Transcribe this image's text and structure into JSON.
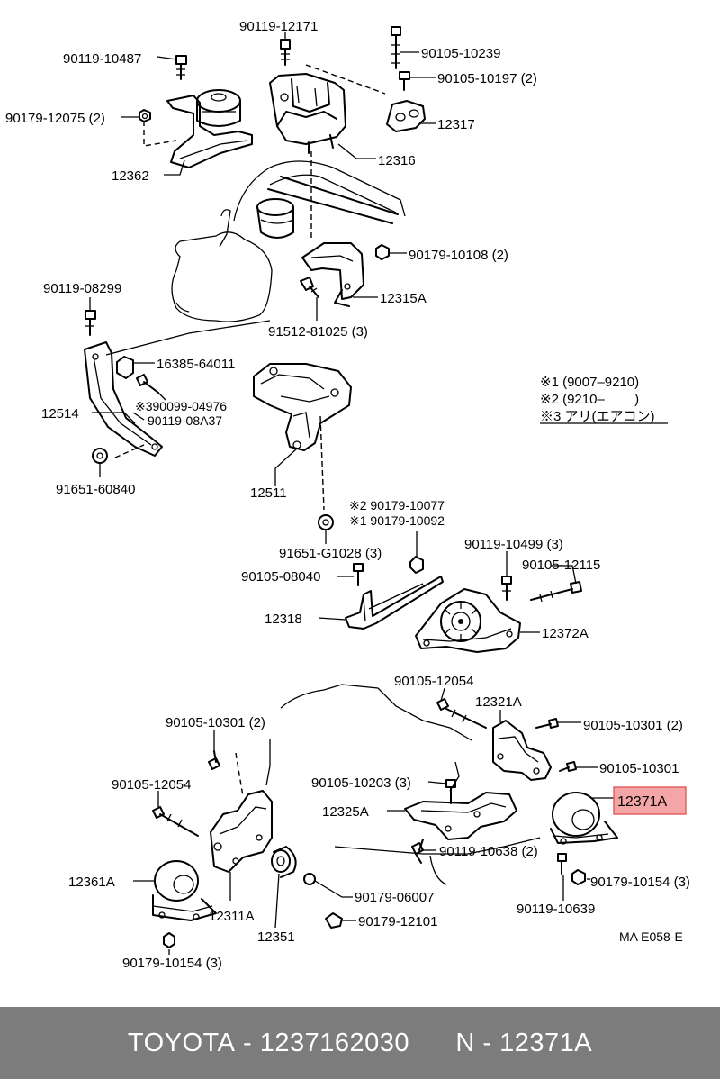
{
  "labels": {
    "l_90119_12171": "90119-12171",
    "l_90119_10487": "90119-10487",
    "l_90105_10239": "90105-10239",
    "l_90105_10197": "90105-10197 (2)",
    "l_90179_12075": "90179-12075 (2)",
    "l_12317": "12317",
    "l_12362": "12362",
    "l_12316": "12316",
    "l_90179_10108": "90179-10108 (2)",
    "l_90119_08299": "90119-08299",
    "l_12315A": "12315A",
    "l_91512_81025": "91512-81025 (3)",
    "l_16385_64011": "16385-64011",
    "l_90099_04976": "※390099-04976",
    "l_12514": "12514",
    "l_90119_08A37": "90119-08A37",
    "l_91651_60840": "91651-60840",
    "l_12511": "12511",
    "l_90179_10077": "※2 90179-10077",
    "l_90179_10092": "※1 90179-10092",
    "l_91651_G1028": "91651-G1028 (3)",
    "l_90119_10499": "90119-10499 (3)",
    "l_90105_08040": "90105-08040",
    "l_90105_12115": "90105-12115",
    "l_12318": "12318",
    "l_12372A": "12372A",
    "l_90105_12054_top": "90105-12054",
    "l_12321A": "12321A",
    "l_90105_10301_left": "90105-10301 (2)",
    "l_90105_10301_right2": "90105-10301 (2)",
    "l_90105_10301_right": "90105-10301",
    "l_90105_10203": "90105-10203 (3)",
    "l_90105_12054_left": "90105-12054",
    "l_12371A": "12371A",
    "l_12325A": "12325A",
    "l_90119_10638": "90119-10638 (2)",
    "l_12361A": "12361A",
    "l_90179_10154_right": "90179-10154 (3)",
    "l_90179_06007": "90179-06007",
    "l_12311A": "12311A",
    "l_90119_10639": "90119-10639",
    "l_90179_12101": "90179-12101",
    "l_12351": "12351",
    "l_90179_10154_bottom": "90179-10154 (3)",
    "l_ref": "MA E058-E"
  },
  "notes": {
    "n1": "※1 (9007–9210)",
    "n2": "※2 (9210–        )",
    "n3": "※3 アリ(エアコン)"
  },
  "highlight_color": "#f4a6a6",
  "footer": {
    "brand": "TOYOTA",
    "sep1": " - ",
    "part_number": "1237162030",
    "gap": "      ",
    "code_prefix": "N",
    "sep2": " - ",
    "code": "12371A"
  }
}
